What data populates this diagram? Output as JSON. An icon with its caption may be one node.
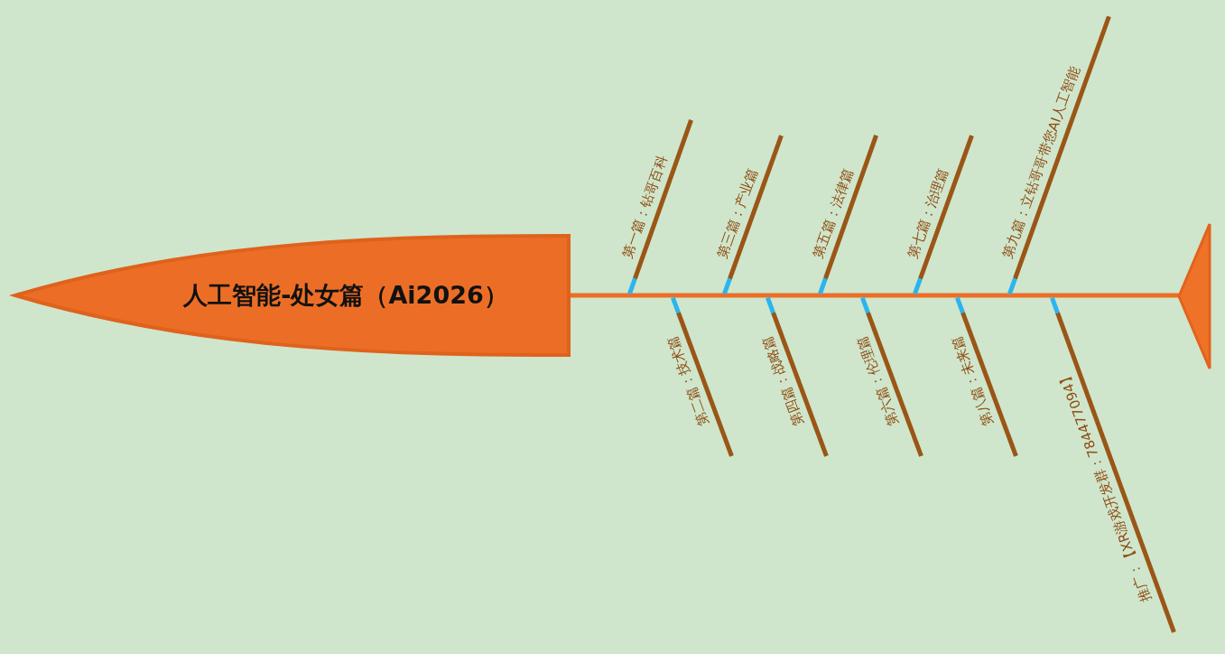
{
  "diagram": {
    "nodes": [
      {
        "text": [
          "人工智能-处女篇（Ai2026）"
        ]
      },
      {
        "text": [
          "第一篇：钻哥百科"
        ]
      },
      {
        "text": [
          "第二篇：技术篇"
        ]
      },
      {
        "text": [
          "第三篇：产业篇"
        ]
      },
      {
        "text": [
          "第四篇：战略篇"
        ]
      },
      {
        "text": [
          "第五篇：法律篇"
        ]
      },
      {
        "text": [
          "第六篇：伦理篇"
        ]
      },
      {
        "text": [
          "第七篇：治理篇"
        ]
      },
      {
        "text": [
          "第八篇：未来篇"
        ]
      },
      {
        "text": [
          "第九篇：立钻哥哥带您AI人工智能"
        ]
      },
      {
        "text": [
          "推广：【XR游戏开发群：784477094】"
        ]
      },
      {
        "text": [],
        "shape": "triangle"
      }
    ],
    "edges": [
      {
        "from": 0,
        "to": 11,
        "arrow": "none"
      }
    ]
  }
}
